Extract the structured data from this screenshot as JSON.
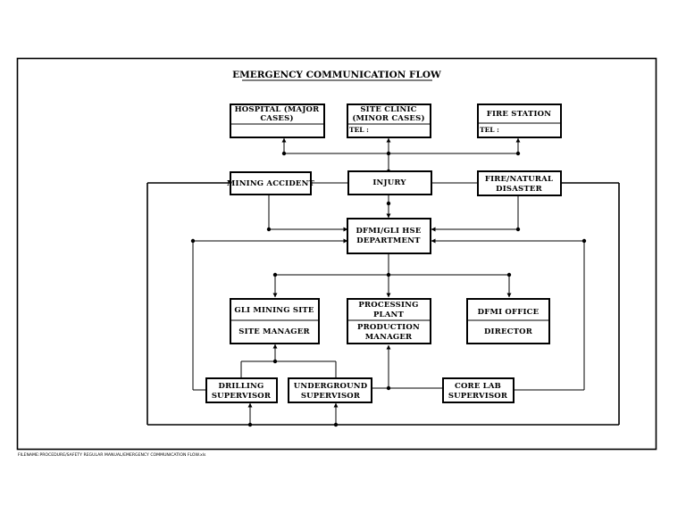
{
  "title": "EMERGENCY COMMUNICATION FLOW",
  "boxes": {
    "hospital": [
      "HOSPITAL (MAJOR",
      "CASES)"
    ],
    "clinic": [
      "SITE CLINIC",
      "(MINOR CASES)"
    ],
    "clinic_tel": "TEL :",
    "fire_station": "FIRE STATION",
    "fire_tel": "TEL :",
    "mining_accident": "MINING ACCIDENT",
    "injury": "INJURY",
    "fire_natural": [
      "FIRE/NATURAL",
      "DISASTER"
    ],
    "dfmi_hse": [
      "DFMI/GLI HSE",
      "DEPARTMENT"
    ],
    "gli_mining_site": "GLI MINING SITE",
    "site_manager": "SITE MANAGER",
    "processing_plant": [
      "PROCESSING",
      "PLANT"
    ],
    "production_manager": [
      "PRODUCTION",
      "MANAGER"
    ],
    "dfmi_office": "DFMI OFFICE",
    "director": "DIRECTOR",
    "drilling": [
      "DRILLING",
      "SUPERVISOR"
    ],
    "underground": [
      "UNDERGROUND",
      "SUPERVISOR"
    ],
    "core_lab": [
      "CORE LAB",
      "SUPERVISOR"
    ]
  },
  "footer": "FILENAME:PROCEDURE/SAFETY REGULAR MANUAL/EMERGENCY COMMUNICATION FLOW.xls"
}
